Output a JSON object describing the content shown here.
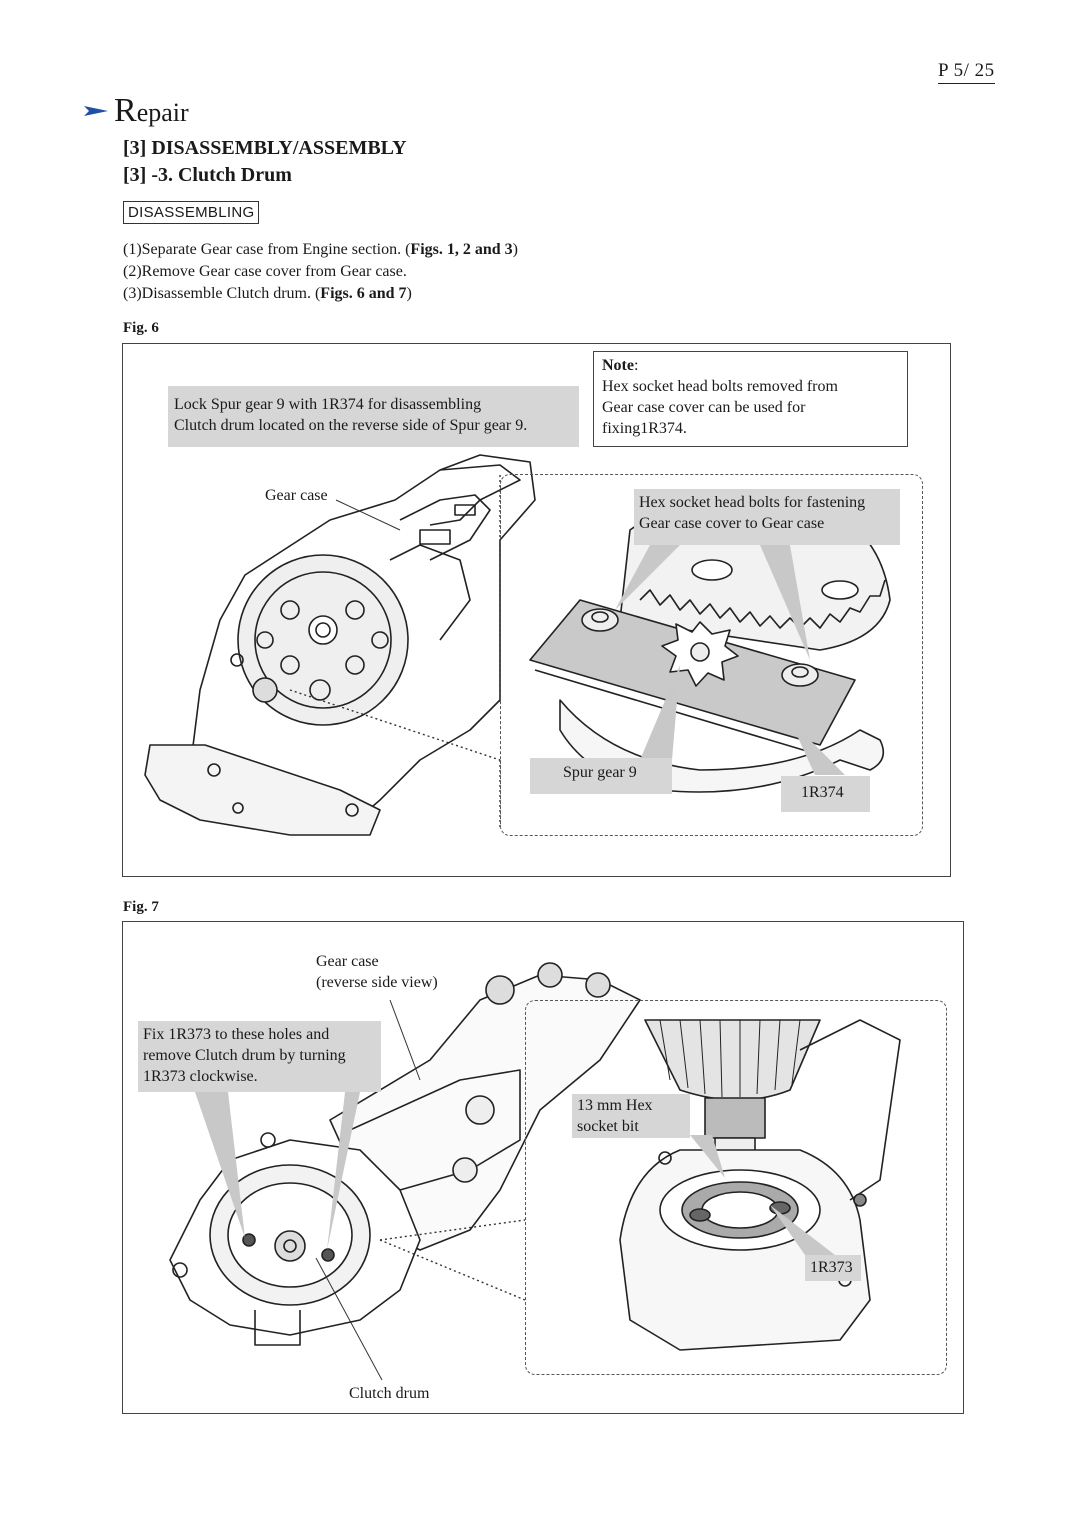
{
  "page": {
    "label": "P  5/ 25"
  },
  "header": {
    "repair_first": "R",
    "repair_rest": "epair",
    "arrow_color": "#1f4fa8"
  },
  "section_title": "[3] DISASSEMBLY/ASSEMBLY",
  "subsection_title": "[3] -3. Clutch Drum",
  "tag": "DISASSEMBLING",
  "steps": [
    {
      "num": "(1)",
      "text": "Separate Gear case from Engine section. (",
      "bold": "Figs. 1, 2 and 3",
      "end": ")"
    },
    {
      "num": "(2)",
      "text": "Remove Gear case cover from Gear case.",
      "bold": "",
      "end": ""
    },
    {
      "num": "(3)",
      "text": "Disassemble Clutch drum. (",
      "bold": "Figs. 6 and 7",
      "end": ")"
    }
  ],
  "fig6": {
    "label": "Fig. 6",
    "lock_line1": "Lock Spur gear 9 with 1R374 for disassembling",
    "lock_line2": "Clutch drum located on the reverse side of Spur gear 9.",
    "note_title": "Note",
    "note_colon": ":",
    "note_line1": "Hex socket head bolts removed from",
    "note_line2": "Gear case cover can be used for",
    "note_line3": "fixing1R374.",
    "gear_case": "Gear case",
    "hex_line1": "Hex socket head bolts for fastening",
    "hex_line2": "Gear case cover to Gear case",
    "spur_gear": "Spur gear 9",
    "tool": "1R374"
  },
  "fig7": {
    "label": "Fig. 7",
    "gear_case_line1": "Gear case",
    "gear_case_line2": "(reverse side view)",
    "fix_line1": "Fix 1R373 to these holes and",
    "fix_line2": "remove Clutch drum by turning",
    "fix_line3": "1R373 clockwise.",
    "hex_line1": "13 mm Hex",
    "hex_line2": "socket bit",
    "tool": "1R373",
    "clutch_drum": "Clutch drum"
  }
}
